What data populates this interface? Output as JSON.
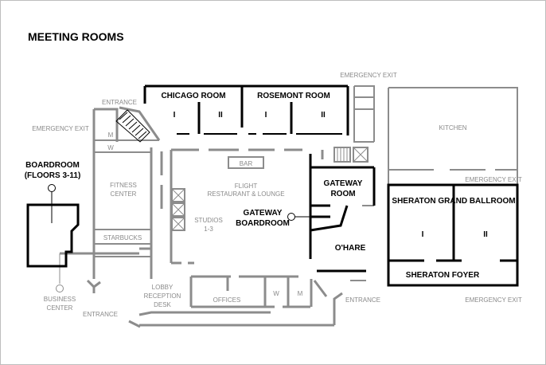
{
  "title": "MEETING ROOMS",
  "rooms": {
    "boardroom": {
      "line1": "BOARDROOM",
      "line2": "(FLOORS 3-11)"
    },
    "chicago": {
      "name": "CHICAGO ROOM",
      "sec1": "I",
      "sec2": "II"
    },
    "rosemont": {
      "name": "ROSEMONT ROOM",
      "sec1": "I",
      "sec2": "II"
    },
    "gateway_room": {
      "line1": "GATEWAY",
      "line2": "ROOM"
    },
    "gateway_boardroom": {
      "line1": "GATEWAY",
      "line2": "BOARDROOM"
    },
    "ohare": {
      "name": "O'HARE"
    },
    "ballroom": {
      "name": "SHERATON GRAND BALLROOM",
      "sec1": "I",
      "sec2": "II"
    },
    "foyer": {
      "name": "SHERATON FOYER"
    }
  },
  "areas": {
    "m_top": "M",
    "w_top": "W",
    "fitness": {
      "line1": "FITNESS",
      "line2": "CENTER"
    },
    "starbucks": "STARBUCKS",
    "bar": "BAR",
    "flight": {
      "line1": "FLIGHT",
      "line2": "RESTAURANT & LOUNGE"
    },
    "studios": {
      "line1": "STUDIOS",
      "line2": "1-3"
    },
    "kitchen": "KITCHEN",
    "lobby": {
      "line1": "LOBBY",
      "line2": "RECEPTION",
      "line3": "DESK"
    },
    "offices": "OFFICES",
    "w_bottom": "W",
    "m_bottom": "M",
    "business": {
      "line1": "BUSINESS",
      "line2": "CENTER"
    }
  },
  "labels": {
    "entrance_top": "ENTRANCE",
    "entrance_bottom_left": "ENTRANCE",
    "entrance_bottom_right": "ENTRANCE",
    "emergency_exit_left": "EMERGENCY EXIT",
    "emergency_exit_top": "EMERGENCY EXIT",
    "emergency_exit_right": "EMERGENCY EXIT",
    "emergency_exit_bottom_right": "EMERGENCY EXIT"
  }
}
